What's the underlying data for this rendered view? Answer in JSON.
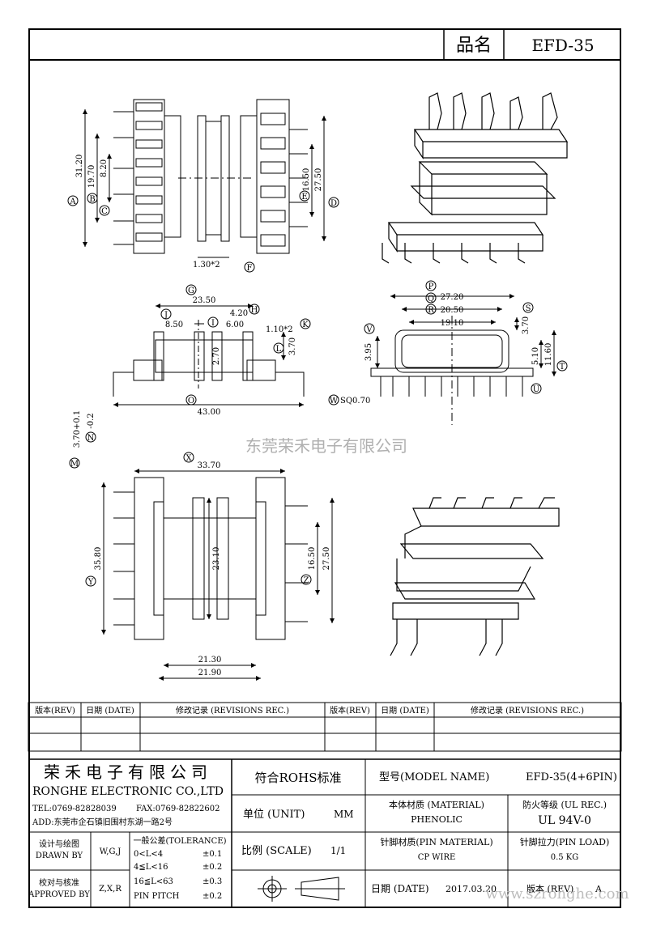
{
  "header": {
    "name_label": "品名",
    "name_value": "EFD-35"
  },
  "watermark": {
    "company": "东莞荣禾电子有限公司",
    "website": "www.szronghe.com"
  },
  "view_top_left": {
    "dims": {
      "d3120": "31.20",
      "d1970": "19.70",
      "d820": "8.20",
      "d1650": "16.50",
      "d2750": "27.50",
      "d130": "1.30*2"
    },
    "markers": {
      "A": "A",
      "B": "B",
      "C": "C",
      "D": "D",
      "E": "E",
      "F": "F"
    }
  },
  "view_side": {
    "dims": {
      "d2350": "23.50",
      "d850": "8.50",
      "d420": "4.20",
      "d600": "6.00",
      "d110": "1.10*2",
      "d370": "3.70",
      "d270": "2.70",
      "d4300": "43.00",
      "d370t": "3.70+0.1",
      "d02": "-0.2"
    },
    "markers": {
      "G": "G",
      "H": "H",
      "I": "I",
      "J": "J",
      "K": "K",
      "L": "L",
      "M": "M",
      "N": "N",
      "O": "O"
    }
  },
  "view_front": {
    "dims": {
      "d2720": "27.20",
      "d2050": "20.50",
      "d1910": "19.10",
      "d370": "3.70",
      "d395": "3.95",
      "d510": "5.10",
      "d1160": "11.60",
      "sq": "SQ0.70"
    },
    "markers": {
      "P": "P",
      "Q": "Q",
      "R": "R",
      "S": "S",
      "T": "T",
      "U": "U",
      "V": "V",
      "W": "W"
    }
  },
  "view_bottom": {
    "dims": {
      "d3370": "33.70",
      "d3580": "35.80",
      "d2310": "23.10",
      "d1650": "16.50",
      "d2750": "27.50",
      "d2130": "21.30",
      "d2190": "21.90"
    },
    "markers": {
      "X": "X",
      "Y": "Y",
      "Z": "Z"
    }
  },
  "revisions": {
    "col_rev": "版本(REV)",
    "col_date": "日期 (DATE)",
    "col_rec": "修改记录 (REVISIONS REC.)"
  },
  "title_block": {
    "company_cn": "荣禾电子有限公司",
    "company_en": "RONGHE ELECTRONIC CO.,LTD",
    "tel": "TEL:0769-82828039",
    "fax": "FAX:0769-82822602",
    "addr": "ADD:东莞市企石镇旧围村东湖一路2号",
    "rohs": "符合ROHS标准",
    "model_label": "型号(MODEL NAME)",
    "model_value": "EFD-35(4+6PIN)",
    "unit_label": "单位 (UNIT)",
    "unit_value": "MM",
    "scale_label": "比例 (SCALE)",
    "scale_value": "1/1",
    "material_label": "本体材质 (MATERIAL)",
    "material_value": "PHENOLIC",
    "fire_label": "防火等级 (UL REC.)",
    "fire_value": "UL 94V-0",
    "pin_mat_label": "针脚材质(PIN MATERIAL)",
    "pin_mat_value": "CP WIRE",
    "pin_load_label": "针脚拉力(PIN LOAD)",
    "pin_load_value": "0.5 KG",
    "date_label": "日期 (DATE)",
    "date_value": "2017.03.20",
    "rev_label": "版本 (REV)",
    "rev_value": "A",
    "design_cn": "设计与绘图",
    "design_en": "DRAWN BY",
    "design_value": "W,G,J",
    "approve_cn": "校对与核准",
    "approve_en": "APPROVED BY",
    "approve_value": "Z,X,R",
    "tol_title": "一般公差(TOLERANCE)",
    "tol_r1": "0<L<4",
    "tol_v1": "±0.1",
    "tol_r2": "4≦L<16",
    "tol_v2": "±0.2",
    "tol_r3": "16≦L<63",
    "tol_v3": "±0.3",
    "tol_r4": "PIN PITCH",
    "tol_v4": "±0.2"
  }
}
